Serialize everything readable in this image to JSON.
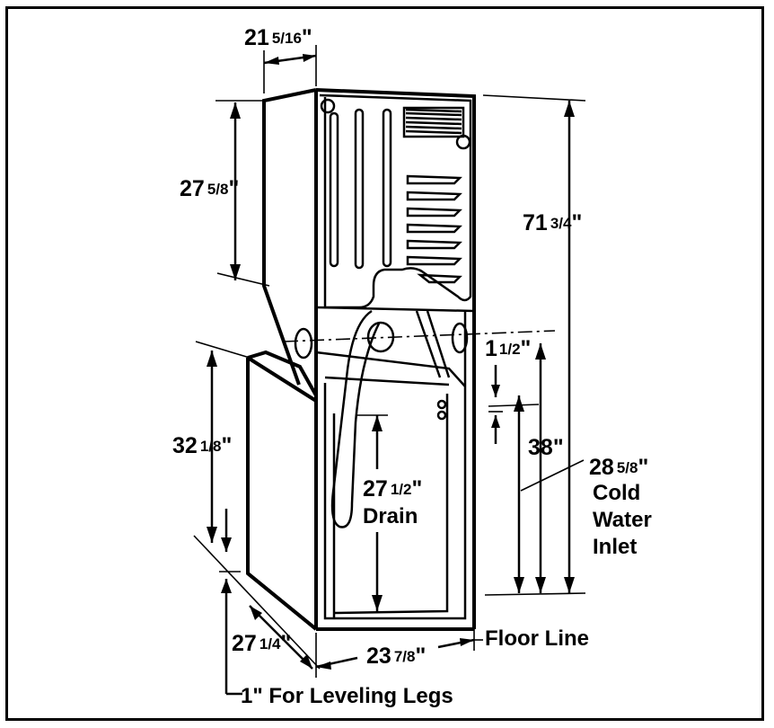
{
  "dimensions": {
    "top_width": {
      "whole": "21",
      "frac": "5/16",
      "unit": "\""
    },
    "upper_height": {
      "whole": "27",
      "frac": "5/8",
      "unit": "\""
    },
    "total_height": {
      "whole": "71",
      "frac": "3/4",
      "unit": "\""
    },
    "lower_height": {
      "whole": "32",
      "frac": "1/8",
      "unit": "\""
    },
    "inlet_offset": {
      "whole": "1",
      "frac": "1/2",
      "unit": "\""
    },
    "mid_height": {
      "whole": "38",
      "frac": "",
      "unit": "\""
    },
    "cold_water": {
      "whole": "28",
      "frac": "5/8",
      "unit": "\"",
      "label": [
        "Cold",
        "Water",
        "Inlet"
      ]
    },
    "drain": {
      "whole": "27",
      "frac": "1/2",
      "unit": "\"",
      "label": "Drain"
    },
    "depth": {
      "whole": "27",
      "frac": "1/4",
      "unit": "\""
    },
    "base_width": {
      "whole": "23",
      "frac": "7/8",
      "unit": "\""
    }
  },
  "labels": {
    "floor_line": "Floor Line",
    "leveling_legs": "1\" For Leveling Legs"
  },
  "colors": {
    "line": "#000000",
    "background": "#ffffff"
  }
}
